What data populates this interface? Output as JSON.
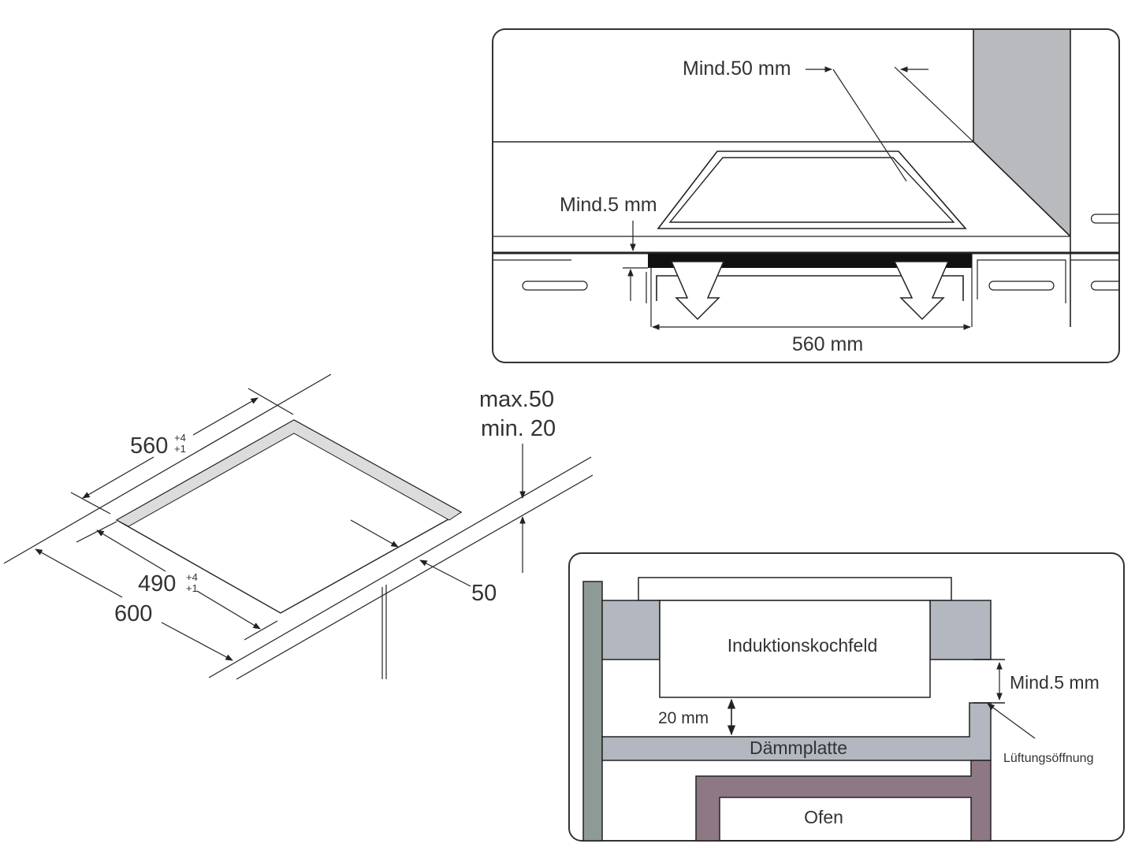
{
  "install_diagram": {
    "dim_560": "560",
    "dim_560_tol_upper": "+4",
    "dim_560_tol_lower": "+1",
    "dim_490": "490",
    "dim_490_tol_upper": "+4",
    "dim_490_tol_lower": "+1",
    "dim_600": "600",
    "dim_50": "50",
    "thickness_max": "max.50",
    "thickness_min": "min. 20"
  },
  "clearance_diagram": {
    "wall_distance": "Mind.50 mm",
    "gap_label": "Mind.5 mm",
    "width_label": "560 mm"
  },
  "section_diagram": {
    "hob_label": "Induktionskochfeld",
    "gap_label": "Mind.5 mm",
    "distance_label": "20 mm",
    "insulation_label": "Dämmplatte",
    "vent_label": "Lüftungsöffnung",
    "oven_label": "Ofen"
  },
  "colors": {
    "wall": "#b9babd",
    "side": "#8e9a96",
    "block": "#b3b7bf",
    "oven": "#8f7885",
    "cutout": "#dcdcdc"
  }
}
